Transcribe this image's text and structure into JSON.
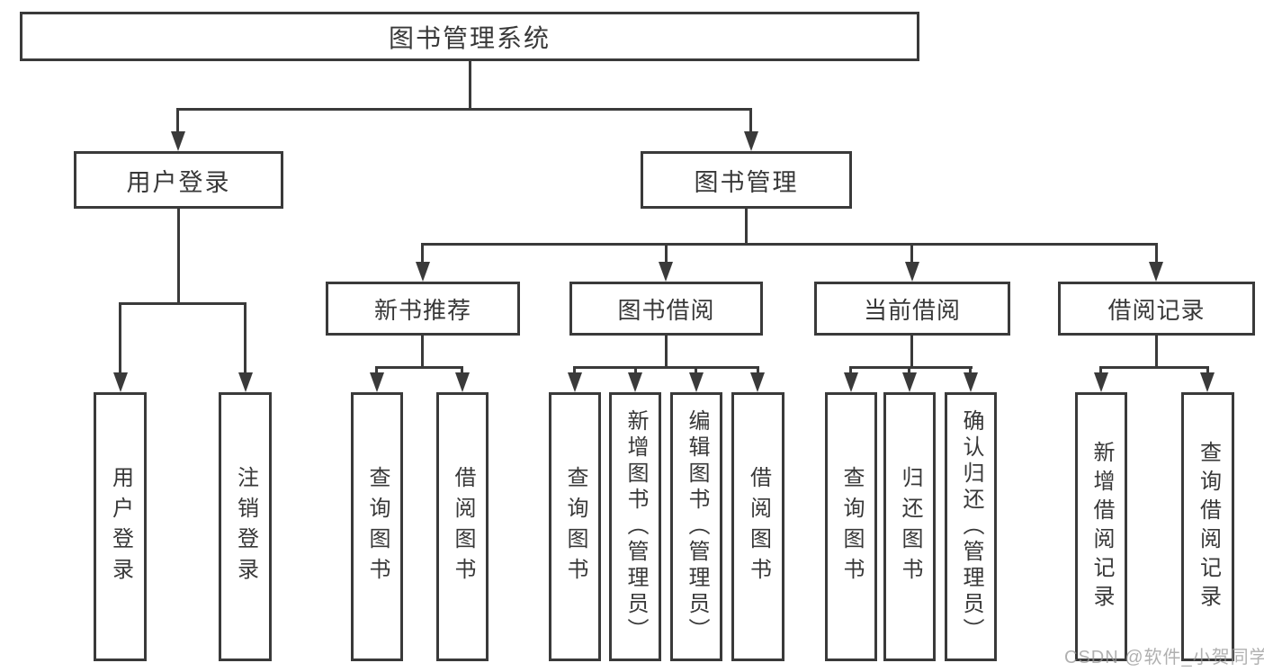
{
  "diagram": {
    "nodes": {
      "root": {
        "label": "图书管理系统"
      },
      "user_login": {
        "label": "用户登录"
      },
      "book_management": {
        "label": "图书管理"
      },
      "new_book_recommendation": {
        "label": "新书推荐"
      },
      "book_borrowing": {
        "label": "图书借阅"
      },
      "current_borrowing": {
        "label": "当前借阅"
      },
      "borrowing_records": {
        "label": "借阅记录"
      },
      "leaf_user_login": {
        "label": "用户登录"
      },
      "leaf_logout": {
        "label": "注销登录"
      },
      "leaf_rec_query_books": {
        "label": "查询图书"
      },
      "leaf_rec_borrow_books": {
        "label": "借阅图书"
      },
      "leaf_bb_query_books": {
        "label": "查询图书"
      },
      "leaf_bb_add_books_admin": {
        "label": "新增图书（管理员）"
      },
      "leaf_bb_edit_books_admin": {
        "label": "编辑图书（管理员）"
      },
      "leaf_bb_borrow_books": {
        "label": "借阅图书"
      },
      "leaf_cb_query_books": {
        "label": "查询图书"
      },
      "leaf_cb_return_books": {
        "label": "归还图书"
      },
      "leaf_cb_confirm_return_admin": {
        "label": "确认归还（管理员）"
      },
      "leaf_br_add_record": {
        "label": "新增借阅记录"
      },
      "leaf_br_query_record": {
        "label": "查询借阅记录"
      }
    },
    "hierarchy": {
      "图书管理系统": {
        "用户登录": [
          "用户登录",
          "注销登录"
        ],
        "图书管理": {
          "新书推荐": [
            "查询图书",
            "借阅图书"
          ],
          "图书借阅": [
            "查询图书",
            "新增图书（管理员）",
            "编辑图书（管理员）",
            "借阅图书"
          ],
          "当前借阅": [
            "查询图书",
            "归还图书",
            "确认归还（管理员）"
          ],
          "借阅记录": [
            "新增借阅记录",
            "查询借阅记录"
          ]
        }
      }
    }
  },
  "watermark": {
    "text": "CSDN @软件_小贺同学"
  },
  "colors": {
    "line": "#3a3a3a",
    "text": "#383838",
    "watermark": "#a0a0a0",
    "background": "#ffffff"
  }
}
